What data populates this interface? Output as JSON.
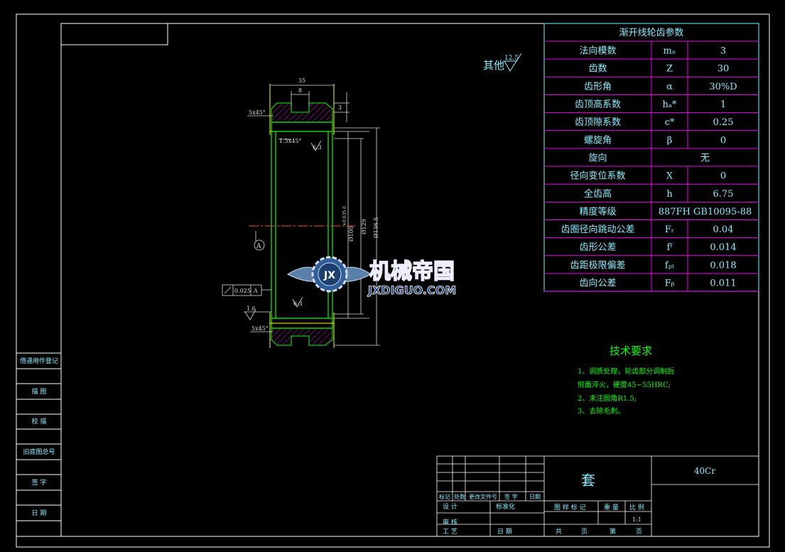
{
  "title_corner": "",
  "roughness_other": {
    "label": "其他",
    "value": "12.5"
  },
  "params": {
    "title": "渐开线轮齿参数",
    "rows": [
      {
        "name": "法向模数",
        "symbol": "mₙ",
        "value": "3"
      },
      {
        "name": "齿数",
        "symbol": "Z",
        "value": "30"
      },
      {
        "name": "齿形角",
        "symbol": "α",
        "value": "30%D"
      },
      {
        "name": "齿顶高系数",
        "symbol": "hₐ*",
        "value": "1"
      },
      {
        "name": "齿顶隙系数",
        "symbol": "c*",
        "value": "0.25"
      },
      {
        "name": "螺旋角",
        "symbol": "β",
        "value": "0"
      },
      {
        "name": "旋向",
        "symbol": "",
        "value": "无"
      },
      {
        "name": "径向变位系数",
        "symbol": "X",
        "value": "0"
      },
      {
        "name": "全齿高",
        "symbol": "h",
        "value": "6.75"
      },
      {
        "name": "精度等级",
        "symbol": "",
        "value": "887FH GB10095-88"
      },
      {
        "name": "齿圈径向跳动公差",
        "symbol": "Fᵣ",
        "value": "0.04"
      },
      {
        "name": "齿形公差",
        "symbol": "fᶠ",
        "value": "0.014"
      },
      {
        "name": "齿距极限偏差",
        "symbol": "fₚₜ",
        "value": "0.018"
      },
      {
        "name": "齿向公差",
        "symbol": "Fᵦ",
        "value": "0.011"
      }
    ]
  },
  "dims": {
    "width_top": "35",
    "width_slot": "8",
    "slot_depth": "3",
    "chamfer_top": "5x45°",
    "chamfer_inner": "1.5x45°",
    "rough_inner_top": "6.3",
    "rough_inner_bot": "6.3",
    "rough_left": "1.6",
    "chamfer_bot": "5x45°",
    "dia_bore": "Ø100",
    "dia_bore_tol": "+0.035 0",
    "dia_root": "Ø129",
    "dia_tip": "Ø136.5",
    "datum": "A",
    "tol_value": "0.025",
    "tol_datum": "A"
  },
  "tech": {
    "title": "技术要求",
    "lines": [
      "1、调质处理，轮齿部分调制后",
      "侧面淬火，硬度45~55HRC;",
      "2、未注圆角R1.5;",
      "3、去除毛刺。"
    ]
  },
  "left_strip": {
    "items": [
      "借通用件登记",
      "描 图",
      "校 描",
      "旧底图总号",
      "签 字",
      "日 期"
    ]
  },
  "title_block": {
    "part_name": "套",
    "material": "40Cr",
    "rev_headers": [
      "标记",
      "处数",
      "更改文件号",
      "签 字",
      "日期"
    ],
    "design": "设 计",
    "standard": "标准化",
    "review": "审 核",
    "process": "工 艺",
    "date": "日 期",
    "stage_label": "图 样 标 记",
    "weight_label": "重 量",
    "scale_label": "比 例",
    "scale_value": "1:1",
    "sheets_label": "共",
    "sheet_label": "页",
    "page_label": "第",
    "page2_label": "页"
  },
  "watermark": {
    "cn": "机械帝国",
    "en": "JXDIGUO.COM",
    "badge": "JX"
  },
  "colors": {
    "frame": "#6ff",
    "table": "#e0e",
    "text_cn": "#8ef",
    "tech": "#0f0",
    "part": "#0f0",
    "hatch": "#e0e",
    "dim": "#ddd"
  }
}
